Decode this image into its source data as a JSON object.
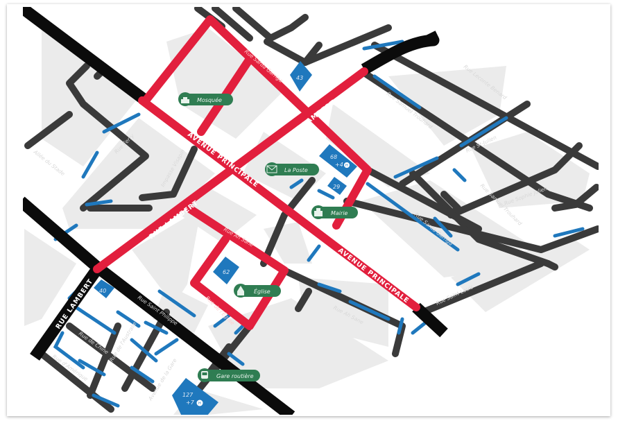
{
  "colors": {
    "main_road": "#e21f3d",
    "street": "#3a3a3a",
    "major": "#0b0b0b",
    "parking": "#1f78bd",
    "poi": "#2f7d52",
    "block": "#ebebeb"
  },
  "major_roads": {
    "avenue_principale": "AVENUE PRINCIPALE",
    "rue_lambert": "RUE LAMBERT"
  },
  "streets": {
    "sarda_garriga": "Rue Sarda Garriga",
    "ferry": "Rue Ferry",
    "allee_stade": "Allée du Stade",
    "impasse_visapin": "Impasse Visapin",
    "leconte_delisle": "Rue Leconte Benard",
    "samuel_trouhard": "Rue Samuel Trouhard",
    "st_julien": "Rue St-Julien",
    "sophie_julien": "Rue Sophie Julien",
    "samuel_trouhard2": "Rue Samuel Trouhard",
    "sarda_garriga2": "Rue Sarda Garriga",
    "saint_louis": "Rue Saint-Louis",
    "ah_sane": "Rue Ah Sane",
    "ah_sane2": "Rue Ah Sane",
    "eglise": "Rue de l'Église",
    "saint_philippe": "Rue Saint Philippe",
    "chine": "Rue de Chine",
    "australie": "Rue de l'Australie",
    "amerique": "Rue d'Amérique",
    "gare": "Avenue de la Gare"
  },
  "pois": [
    {
      "label": "Mosquée",
      "icon": "mosque-icon"
    },
    {
      "label": "La Poste",
      "icon": "mail-icon"
    },
    {
      "label": "Mairie",
      "icon": "town-hall-icon"
    },
    {
      "label": "Église",
      "icon": "church-icon"
    },
    {
      "label": "Gare routière",
      "icon": "bus-icon"
    }
  ],
  "parkings": [
    {
      "spaces": "43"
    },
    {
      "spaces": "68",
      "extra": "+4"
    },
    {
      "spaces": "29"
    },
    {
      "spaces": "62"
    },
    {
      "spaces": "40"
    },
    {
      "spaces": "127",
      "extra": "+7"
    }
  ],
  "accessible_label": "H"
}
